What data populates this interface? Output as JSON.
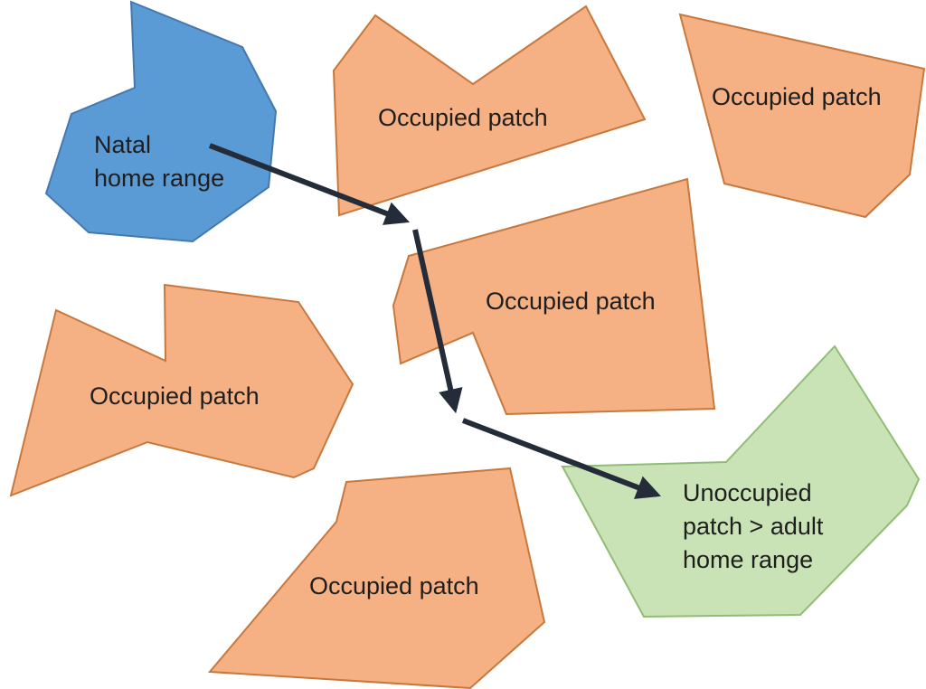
{
  "diagram": {
    "title": "Dispersal from natal home range across occupied patches to an unoccupied patch",
    "colors": {
      "natal_fill": "#5b9bd5",
      "natal_stroke": "#4579ae",
      "occupied_fill": "#f5b183",
      "occupied_stroke": "#c8783c",
      "unoccupied_fill": "#c9e3b6",
      "unoccupied_stroke": "#90bd74",
      "arrow": "#242c39",
      "text": "#1e1e1e",
      "background": "#ffffff"
    },
    "labels": {
      "natal": "Natal\nhome range",
      "occupied_top_middle": "Occupied patch",
      "occupied_top_right": "Occupied patch",
      "occupied_middle": "Occupied patch",
      "occupied_bottom_left": "Occupied patch",
      "occupied_bottom_middle": "Occupied patch",
      "unoccupied": "Unoccupied\npatch > adult\nhome range"
    }
  }
}
